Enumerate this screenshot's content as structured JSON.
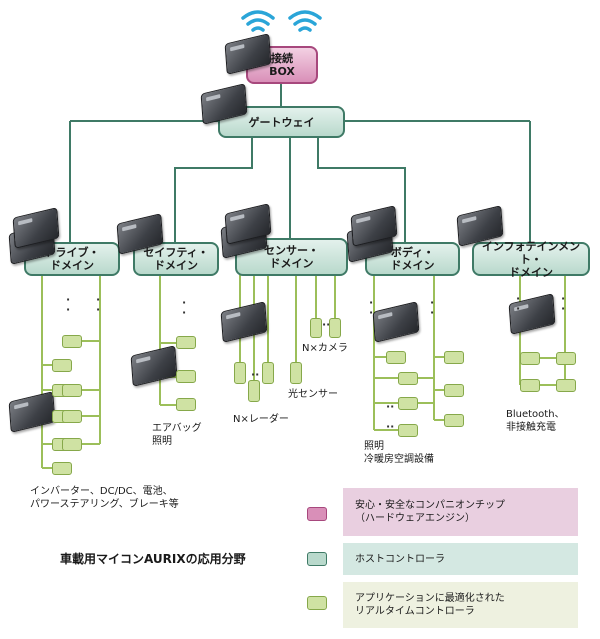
{
  "nodes": {
    "connect_box": "接続\nBOX",
    "gateway": "ゲートウェイ",
    "drive": "ドライブ・\nドメイン",
    "safety": "セイフティ・\nドメイン",
    "sensor": "センサー・\nドメイン",
    "body": "ボディ・\nドメイン",
    "infotainment": "インフォテインメント・\nドメイン"
  },
  "labels": {
    "drive_apps": "インバーター、DC/DC、電池、\nパワーステアリング、ブレーキ等",
    "safety_apps": "エアバッグ\n照明",
    "radar": "N×レーダー",
    "camera": "N×カメラ",
    "light_sensor": "光センサー",
    "body_apps": "照明\n冷暖房空調設備",
    "info_apps": "Bluetooth、\n非接触充電"
  },
  "legend": {
    "title": "車載用マイコンAURIXの応用分野",
    "items": [
      {
        "text": "安心・安全なコンパニオンチップ\n（ハードウェアエンジン）",
        "color": "#e9cfe0",
        "swatch": "#d98fb8"
      },
      {
        "text": "ホストコントローラ",
        "color": "#d4e8e2",
        "swatch": "#b9d9cc"
      },
      {
        "text": "アプリケーションに最適化された\nリアルタイムコントローラ",
        "color": "#eef1e0",
        "swatch": "#cfe2a3"
      }
    ]
  },
  "colors": {
    "host_border": "#3f7a66",
    "link_line": "#3f7a66",
    "ecu_line": "#9cbf5a",
    "pink": "#d98fb8"
  }
}
